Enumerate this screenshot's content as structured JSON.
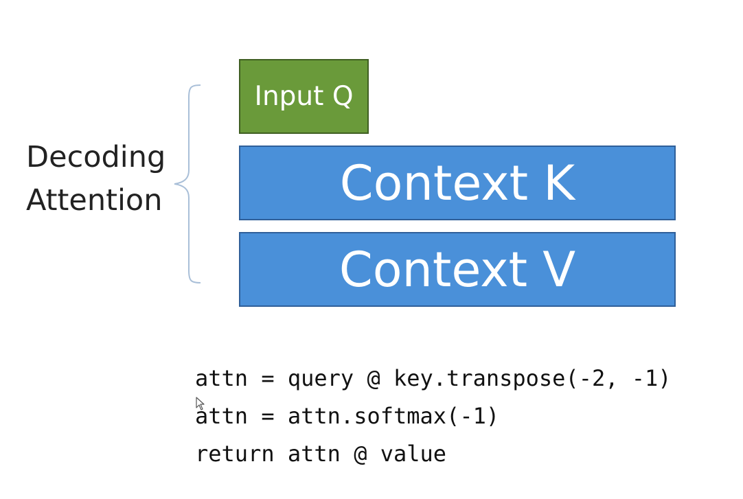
{
  "diagram": {
    "label_lines": [
      "Decoding",
      "Attention"
    ],
    "boxes": {
      "query": "Input Q",
      "key": "Context K",
      "value": "Context V"
    },
    "code_lines": [
      "attn = query @ key.transpose(-2, -1)",
      "attn = attn.softmax(-1)",
      "return attn @ value"
    ]
  },
  "colors": {
    "query_box": "#6a9a3a",
    "context_box": "#4a90d9",
    "brace": "#a9bfd8"
  },
  "icons": {
    "cursor": "mouse-pointer-icon",
    "brace": "curly-brace-icon"
  }
}
